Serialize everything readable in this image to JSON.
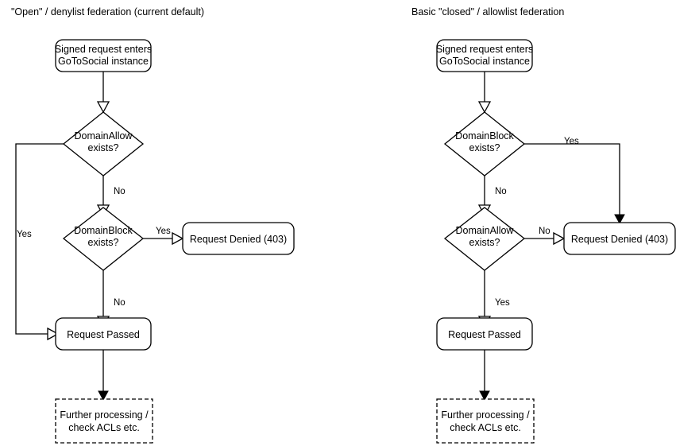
{
  "diagram": {
    "title_a": "\"Open\" / denylist federation (current default)",
    "title_b": "Basic \"closed\" / allowlist federation",
    "colors": {
      "stroke": "#000000",
      "fill": "#ffffff",
      "text": "#000000"
    },
    "panels": [
      {
        "id": "denylist",
        "title": "\"Open\" / denylist federation (current default)",
        "nodes": {
          "entry_line1": "Signed request enters",
          "entry_line2": "GoToSocial instance",
          "decision1_line1": "DomainAllow",
          "decision1_line2": "exists?",
          "decision2_line1": "DomainBlock",
          "decision2_line2": "exists?",
          "denied": "Request Denied (403)",
          "passed": "Request Passed",
          "further_line1": "Further processing /",
          "further_line2": "check ACLs etc."
        },
        "edges": {
          "allow_yes": "Yes",
          "allow_no": "No",
          "block_yes": "Yes",
          "block_no": "No"
        }
      },
      {
        "id": "allowlist",
        "title": "Basic \"closed\" / allowlist federation",
        "nodes": {
          "entry_line1": "Signed request enters",
          "entry_line2": "GoToSocial instance",
          "decision1_line1": "DomainBlock",
          "decision1_line2": "exists?",
          "decision2_line1": "DomainAllow",
          "decision2_line2": "exists?",
          "denied": "Request Denied (403)",
          "passed": "Request Passed",
          "further_line1": "Further processing /",
          "further_line2": "check ACLs etc."
        },
        "edges": {
          "block_yes": "Yes",
          "block_no": "No",
          "allow_no": "No",
          "allow_yes": "Yes"
        }
      }
    ]
  }
}
